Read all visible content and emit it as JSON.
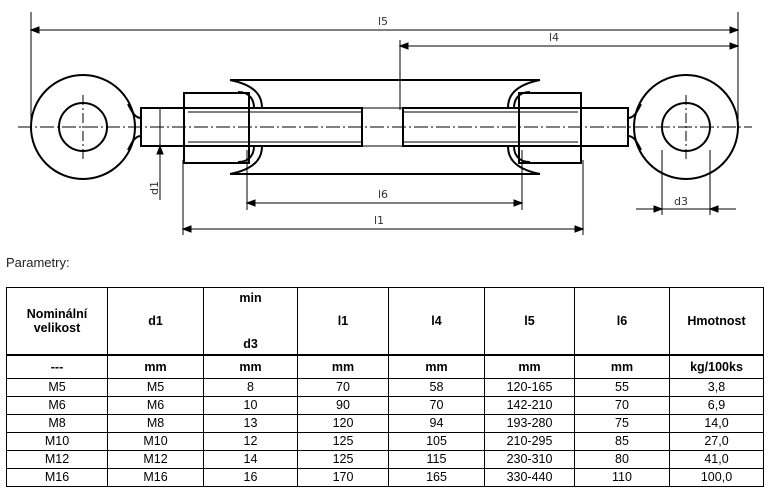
{
  "drawing": {
    "dimension_labels": {
      "l5": "l5",
      "l4": "l4",
      "l6": "l6",
      "l1": "l1",
      "d1": "d1",
      "d3": "d3"
    }
  },
  "caption": "Parametry:",
  "table": {
    "headers": {
      "nominal_line1": "Nominální",
      "nominal_line2": "velikost",
      "d1": "d1",
      "min": "min",
      "d3": "d3",
      "l1": "l1",
      "l4": "l4",
      "l5": "l5",
      "l6": "l6",
      "weight": "Hmotnost"
    },
    "units": [
      "---",
      "mm",
      "mm",
      "mm",
      "mm",
      "mm",
      "mm",
      "kg/100ks"
    ],
    "rows": [
      [
        "M5",
        "M5",
        "8",
        "70",
        "58",
        "120-165",
        "55",
        "3,8"
      ],
      [
        "M6",
        "M6",
        "10",
        "90",
        "70",
        "142-210",
        "70",
        "6,9"
      ],
      [
        "M8",
        "M8",
        "13",
        "120",
        "94",
        "193-280",
        "75",
        "14,0"
      ],
      [
        "M10",
        "M10",
        "12",
        "125",
        "105",
        "210-295",
        "85",
        "27,0"
      ],
      [
        "M12",
        "M12",
        "14",
        "125",
        "115",
        "230-310",
        "80",
        "41,0"
      ],
      [
        "M16",
        "M16",
        "16",
        "170",
        "165",
        "330-440",
        "110",
        "100,0"
      ]
    ]
  }
}
